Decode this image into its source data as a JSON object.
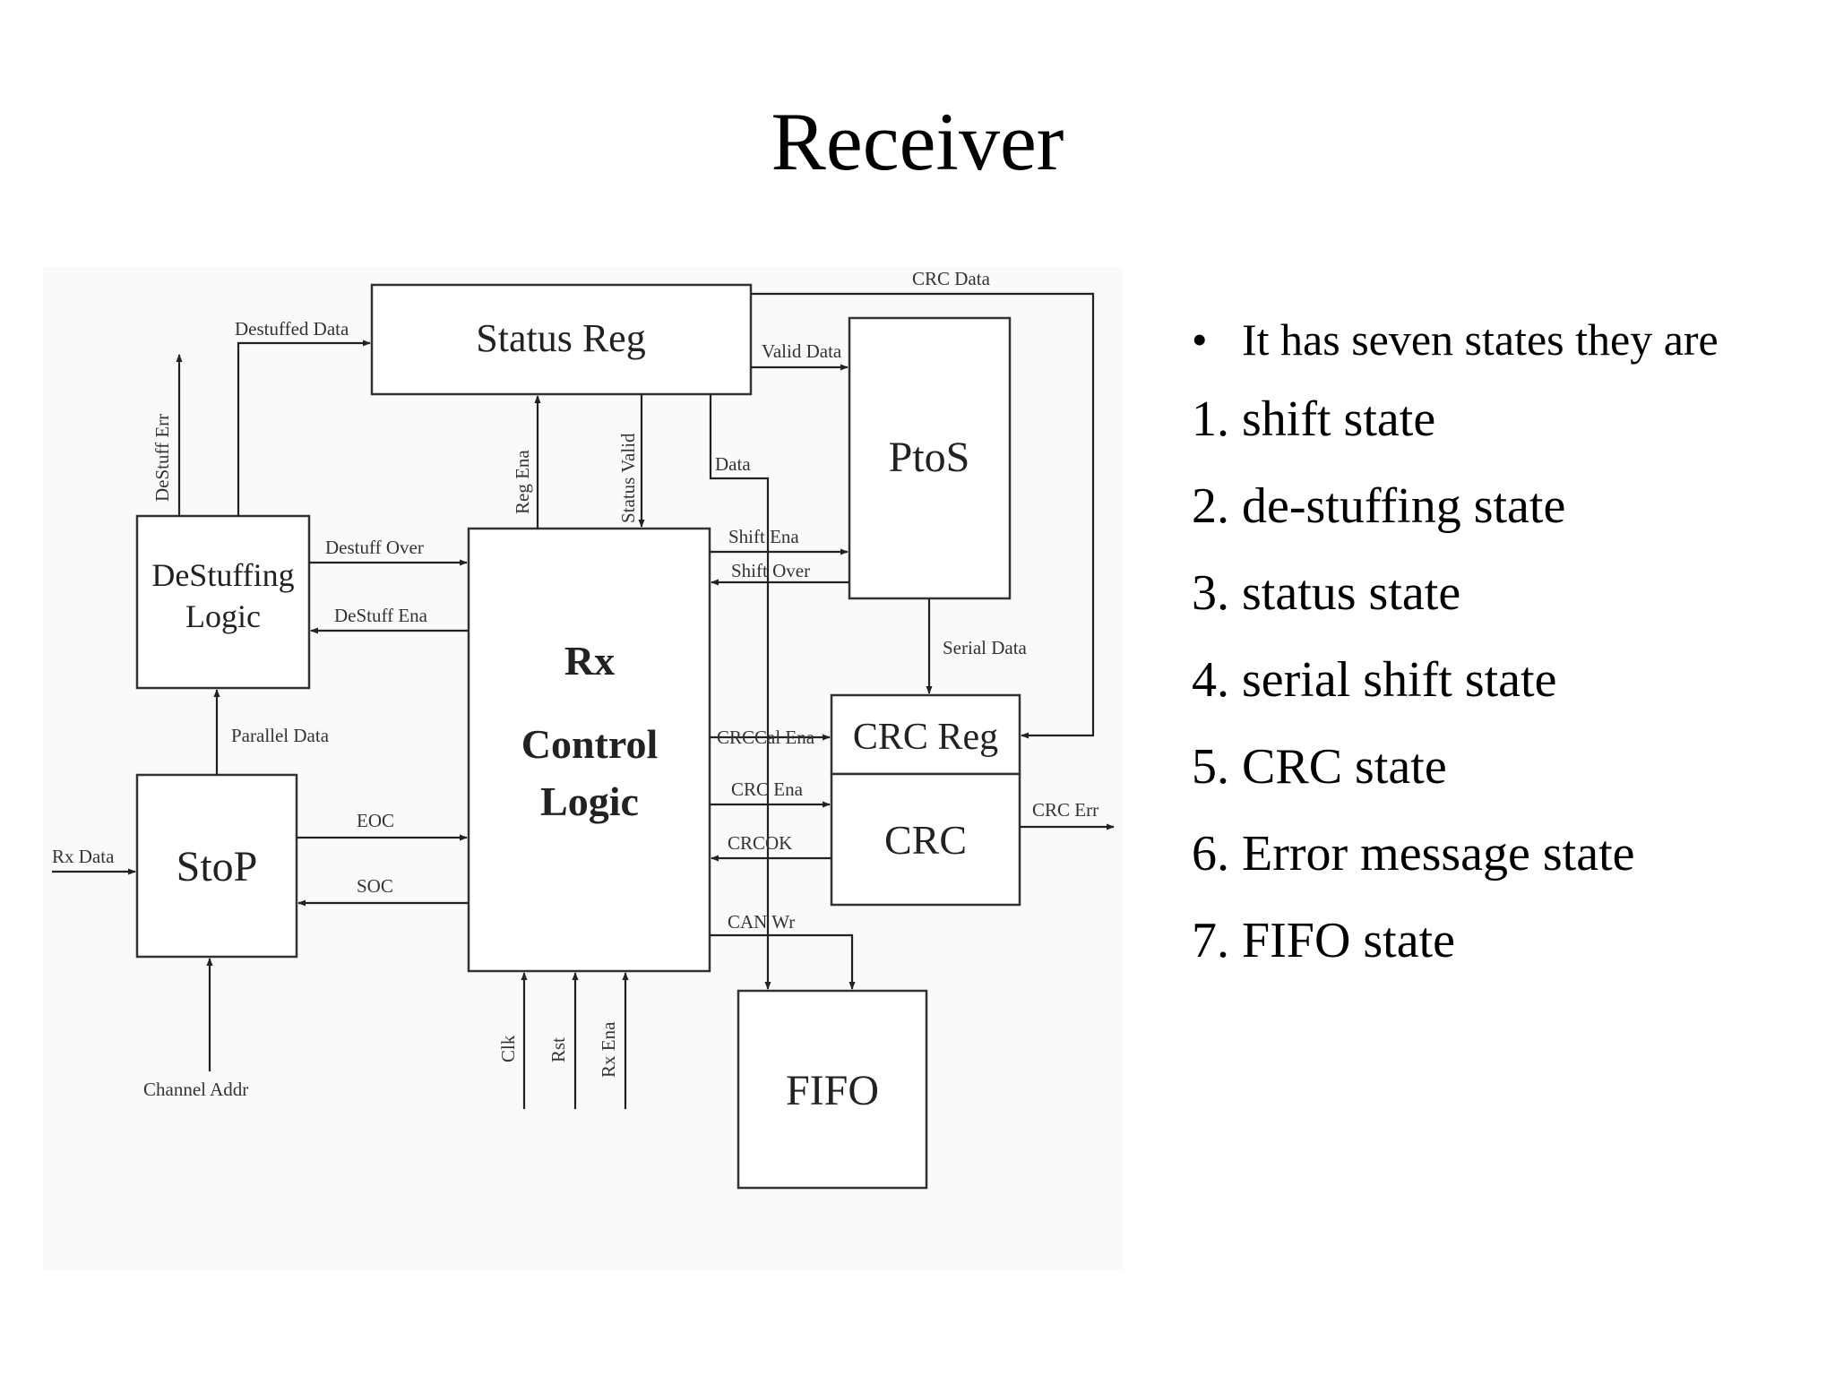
{
  "slide": {
    "title": "Receiver",
    "intro": "It has seven states they are",
    "states": [
      {
        "num": "1.",
        "text": "shift state"
      },
      {
        "num": "2.",
        "text": "de-stuffing state"
      },
      {
        "num": "3.",
        "text": "status state"
      },
      {
        "num": "4.",
        "text": "serial shift state"
      },
      {
        "num": "5.",
        "text": "CRC state"
      },
      {
        "num": "6.",
        "text": "Error message state"
      },
      {
        "num": "7.",
        "text": "FIFO state"
      }
    ]
  },
  "diagram": {
    "blocks": {
      "status_reg": "Status Reg",
      "ptos": "PtoS",
      "destuffing_line1": "DeStuffing",
      "destuffing_line2": "Logic",
      "rx_line1": "Rx",
      "rx_line2": "Control",
      "rx_line3": "Logic",
      "crc_reg": "CRC Reg",
      "crc": "CRC",
      "stop": "StoP",
      "fifo": "FIFO"
    },
    "signals": {
      "crc_data": "CRC Data",
      "destuffed_data": "Destuffed Data",
      "valid_data": "Valid Data",
      "destuff_err": "DeStuff Err",
      "reg_ena": "Reg Ena",
      "status_valid": "Status Valid",
      "data": "Data",
      "destuff_over": "Destuff Over",
      "destuff_ena": "DeStuff Ena",
      "shift_ena": "Shift Ena",
      "shift_over": "Shift Over",
      "serial_data": "Serial Data",
      "parallel_data": "Parallel Data",
      "crc_cal_ena": "CRCCal Ena",
      "crc_ena": "CRC Ena",
      "crc_ok": "CRCOK",
      "crc_err": "CRC Err",
      "eoc": "EOC",
      "soc": "SOC",
      "rx_data": "Rx Data",
      "can_wr": "CAN Wr",
      "clk": "Clk",
      "rst": "Rst",
      "rx_ena": "Rx Ena",
      "channel_addr": "Channel Addr"
    }
  }
}
